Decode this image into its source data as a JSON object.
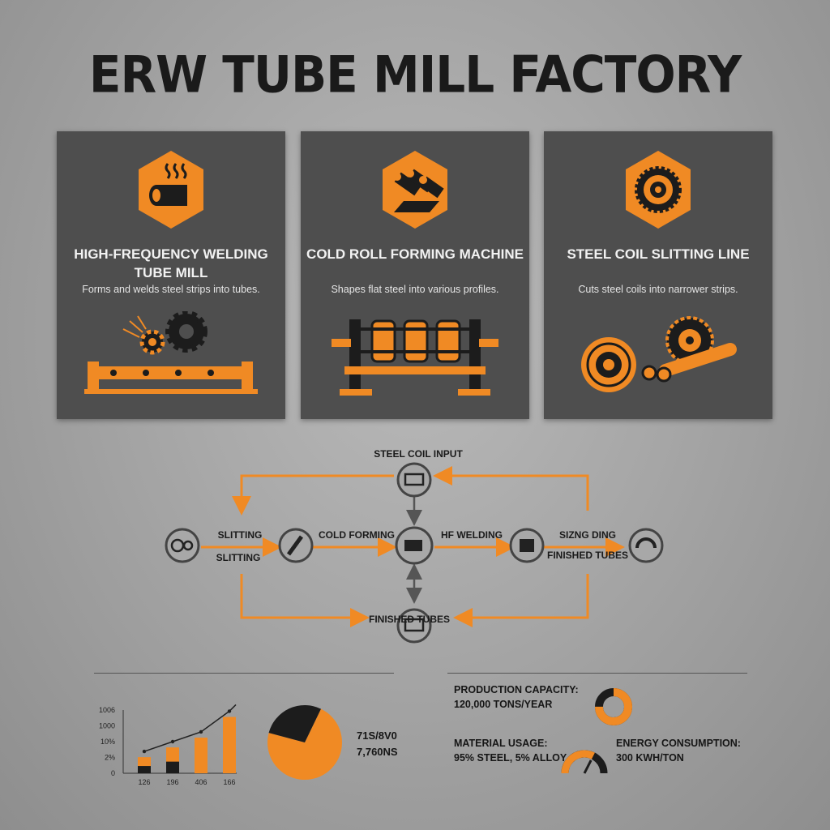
{
  "title": "ERW TUBE MILL FACTORY",
  "colors": {
    "accent": "#f08a24",
    "dark": "#1c1c1c",
    "card": "#4e4e4e"
  },
  "cards": [
    {
      "icon": "pipe-icon",
      "title": "HIGH-FREQUENCY WELDING TUBE MILL",
      "desc": "Forms and welds steel strips into tubes."
    },
    {
      "icon": "rollers-icon",
      "title": "COLD ROLL FORMING MACHINE",
      "desc": "Shapes flat steel into various profiles."
    },
    {
      "icon": "saw-blade-icon",
      "title": "STEEL COIL SLITTING LINE",
      "desc": "Cuts steel coils into narrower strips."
    }
  ],
  "flow": {
    "top": "STEEL COIL INPUT",
    "slitting_top": "SLITTING",
    "slitting_bottom": "SLITTING",
    "cold_forming": "COLD FORMING",
    "hf_welding": "HF WELDING",
    "sizing": "SIZNG DING",
    "finished_right": "FINISHED TUBES",
    "finished_bottom": "FINISHED TUBES"
  },
  "chart_data": [
    {
      "type": "bar",
      "categories": [
        "126",
        "196",
        "406",
        "166"
      ],
      "values": [
        28,
        45,
        62,
        98
      ],
      "ytick_labels": [
        "0",
        "2%",
        "10%",
        "1000",
        "1006"
      ],
      "line_values": [
        38,
        55,
        72,
        108
      ]
    },
    {
      "type": "pie",
      "slices": [
        0.72,
        0.28
      ],
      "colors": [
        "#f08a24",
        "#1c1c1c"
      ],
      "legend": [
        "71S/8V0",
        "7,760NS"
      ]
    }
  ],
  "stats": {
    "capacity_label": "PRODUCTION CAPACITY:",
    "capacity_value": "120,000 TONS/YEAR",
    "material_label": "MATERIAL USAGE:",
    "material_value": "95% STEEL, 5% ALLOY",
    "energy_label": "ENERGY CONSUMPTION:",
    "energy_value": "300 KWH/TON",
    "donut_fraction": 0.75,
    "gauge_fraction": 0.65
  }
}
